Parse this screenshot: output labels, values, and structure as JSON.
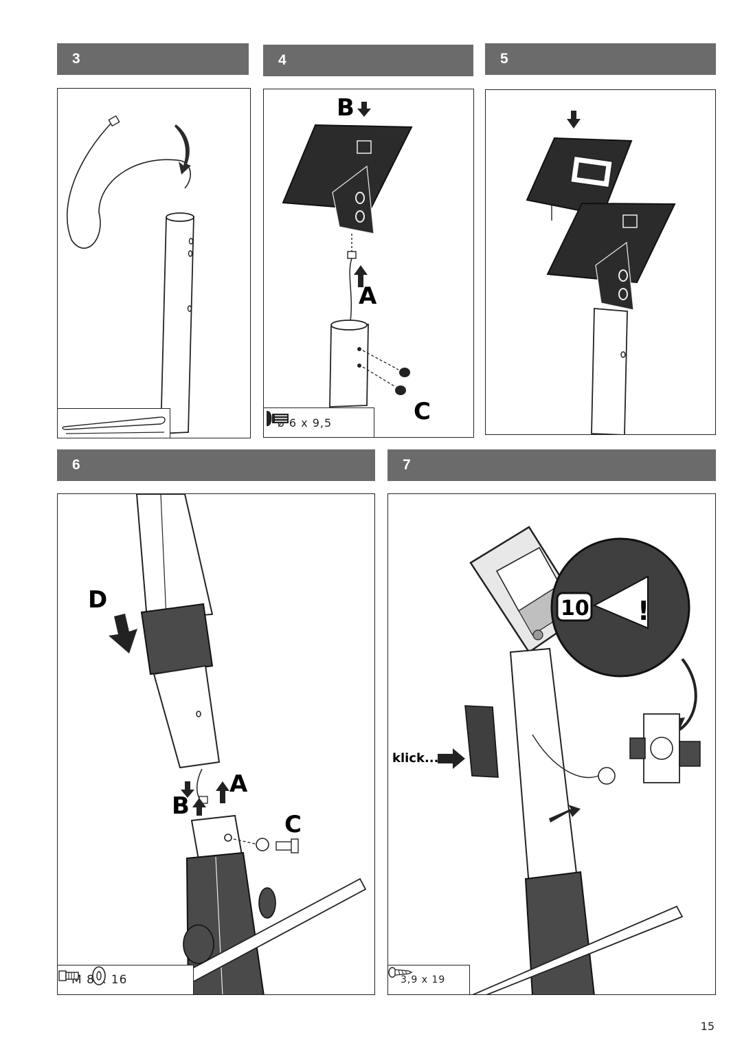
{
  "steps": [
    {
      "number": "3"
    },
    {
      "number": "4",
      "callouts": [
        "B",
        "A",
        "C"
      ],
      "hardware": "ø 6 x 9,5"
    },
    {
      "number": "5"
    },
    {
      "number": "6",
      "callouts": [
        "D",
        "A",
        "B",
        "C"
      ],
      "hardware": "M 8 x 16"
    },
    {
      "number": "7",
      "badge": "10",
      "warning": "!",
      "klick": "klick...",
      "hardware": "3,9 x 19"
    }
  ],
  "colors": {
    "header_bg": "#6b6b6b",
    "part_dark": "#2b2b2b",
    "part_mid": "#4a4a4a"
  },
  "page_number": "15"
}
